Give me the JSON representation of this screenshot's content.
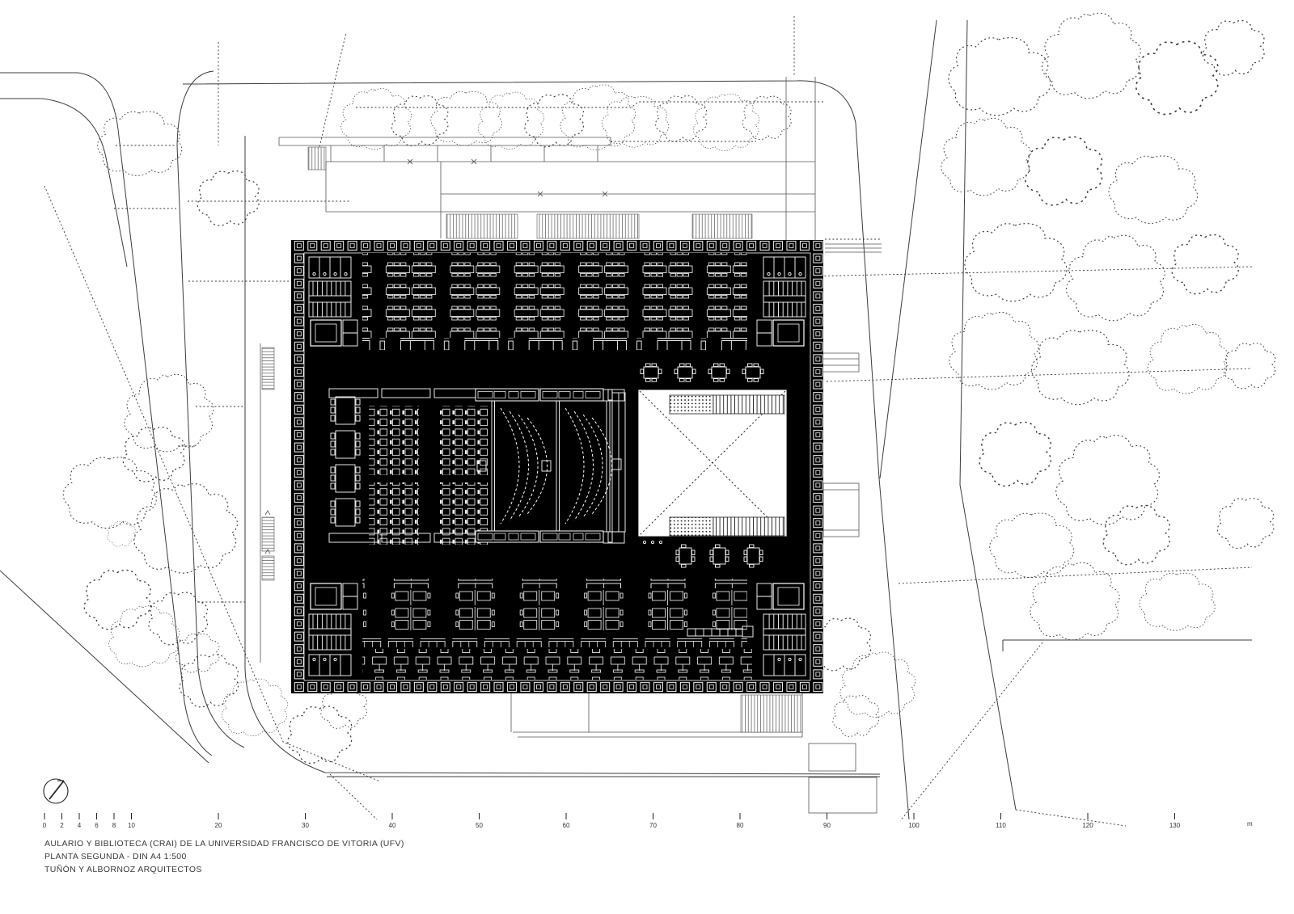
{
  "title_block": {
    "line1": "AULARIO Y BIBLIOTECA (CRAI) DE LA UNIVERSIDAD FRANCISCO DE VITORIA (UFV)",
    "line2": "PLANTA SEGUNDA - DIN A4 1:500",
    "line3": "TUÑÓN Y ALBORNOZ  ARQUITECTOS"
  },
  "scale_bar": {
    "unit_label": "m",
    "ticks": [
      {
        "value": 0,
        "label": "0"
      },
      {
        "value": 2,
        "label": "2"
      },
      {
        "value": 4,
        "label": "4"
      },
      {
        "value": 6,
        "label": "6"
      },
      {
        "value": 8,
        "label": "8"
      },
      {
        "value": 10,
        "label": "10"
      },
      {
        "value": 20,
        "label": "20"
      },
      {
        "value": 30,
        "label": "30"
      },
      {
        "value": 40,
        "label": "40"
      },
      {
        "value": 50,
        "label": "50"
      },
      {
        "value": 60,
        "label": "60"
      },
      {
        "value": 70,
        "label": "70"
      },
      {
        "value": 80,
        "label": "80"
      },
      {
        "value": 90,
        "label": "90"
      },
      {
        "value": 100,
        "label": "100"
      },
      {
        "value": 110,
        "label": "110"
      },
      {
        "value": 120,
        "label": "120"
      },
      {
        "value": 130,
        "label": "130"
      }
    ]
  },
  "colors": {
    "paper": "#ffffff",
    "ink": "#3c3c3c",
    "building_fill": "#000000",
    "furniture_stroke": "#ffffff"
  }
}
